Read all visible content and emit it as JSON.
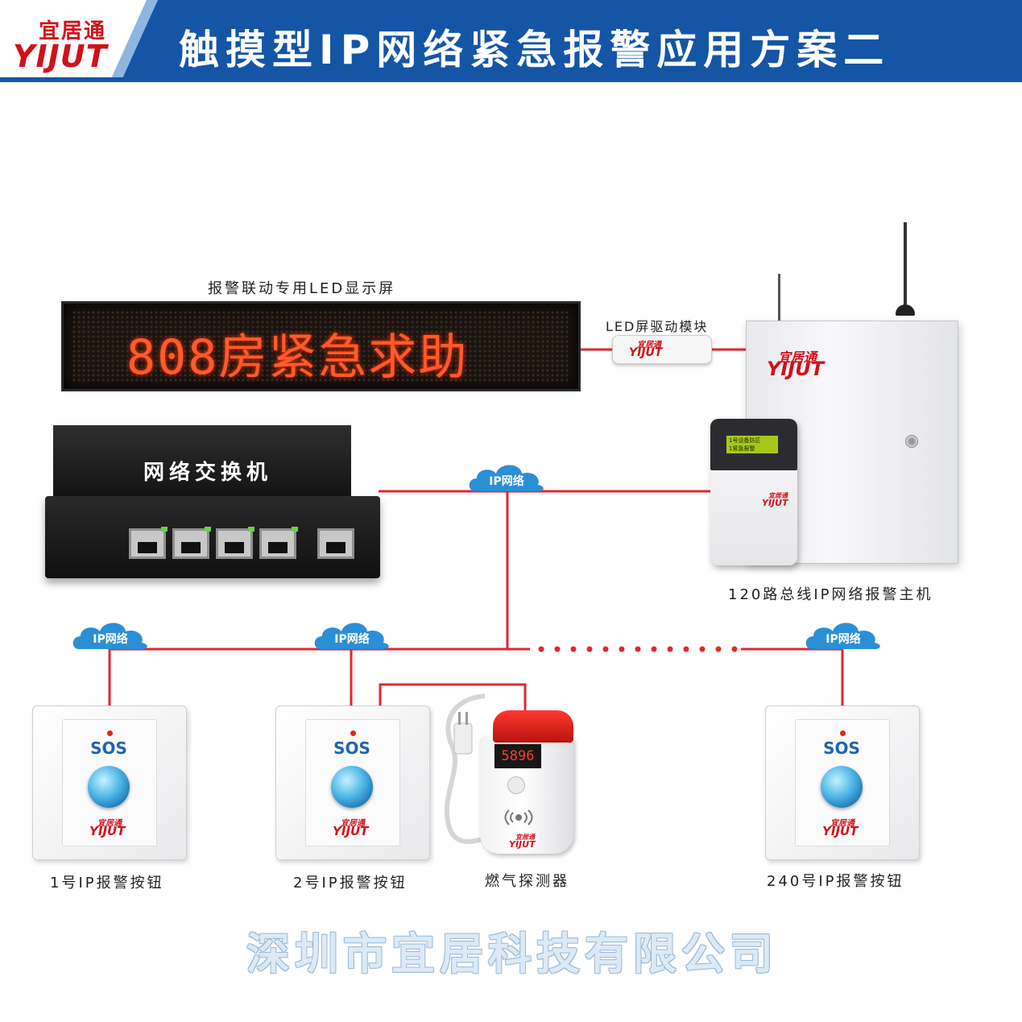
{
  "header": {
    "brand_cn": "宜居通",
    "brand_en": "YIJUT",
    "title": "触摸型IP网络紧急报警应用方案二",
    "colors": {
      "band": "#1455a6",
      "brand": "#d0121b"
    }
  },
  "led_screen": {
    "caption": "报警联动专用LED显示屏",
    "message": "808房紧急求助"
  },
  "led_driver": {
    "caption": "LED屏驱动模块"
  },
  "switch": {
    "title": "网络交换机"
  },
  "alarm_host": {
    "caption": "120路总线IP网络报警主机",
    "lcd_line1": "1号设备防区",
    "lcd_line2": "1紧急报警"
  },
  "network_clouds": [
    "IP网络",
    "IP网络",
    "IP网络",
    "IP网络"
  ],
  "devices": [
    {
      "caption": "1号IP报警按钮",
      "sos": "SOS"
    },
    {
      "caption": "2号IP报警按钮",
      "sos": "SOS"
    },
    {
      "caption": "燃气探测器",
      "display": "5896"
    },
    {
      "caption": "240号IP报警按钮",
      "sos": "SOS"
    }
  ],
  "footer": {
    "company": "深圳市宜居科技有限公司"
  },
  "line_color": "#e3262d"
}
